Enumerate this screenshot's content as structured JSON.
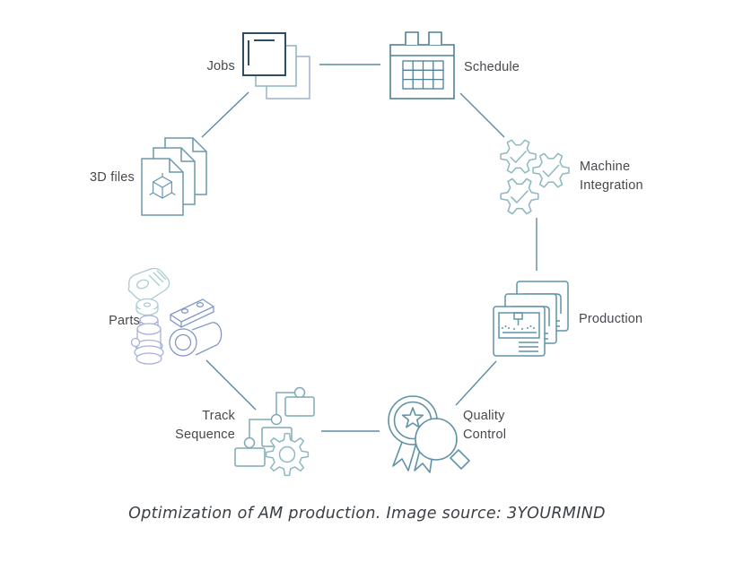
{
  "diagram": {
    "nodes": [
      {
        "id": "jobs",
        "label": "Jobs",
        "icon": "jobs-stack-icon"
      },
      {
        "id": "schedule",
        "label": "Schedule",
        "icon": "calendar-icon"
      },
      {
        "id": "machine-integration",
        "label": "Machine Integration",
        "icon": "gears-checkmark-icon"
      },
      {
        "id": "production",
        "label": "Production",
        "icon": "printer-stack-icon"
      },
      {
        "id": "quality-control",
        "label": "Quality Control",
        "icon": "award-magnifier-icon"
      },
      {
        "id": "track-sequence",
        "label": "Track Sequence",
        "icon": "flowchart-gear-icon"
      },
      {
        "id": "parts",
        "label": "Parts",
        "icon": "mechanical-parts-icon"
      },
      {
        "id": "3d-files",
        "label": "3D files",
        "icon": "3d-document-stack-icon"
      }
    ],
    "connections": [
      [
        "Jobs",
        "Schedule"
      ],
      [
        "Schedule",
        "Machine Integration"
      ],
      [
        "Machine Integration",
        "Production"
      ],
      [
        "Production",
        "Quality Control"
      ],
      [
        "Quality Control",
        "Track Sequence"
      ],
      [
        "Track Sequence",
        "Parts"
      ],
      [
        "3D files",
        "Jobs"
      ]
    ],
    "colors": {
      "connector_line": "#5d8aa3",
      "dark_icon_outline": "#2e4d60",
      "teal_icon_outline": "#5f93a5",
      "light_teal_icon_outline": "#8fb9c1",
      "light_blue_outline": "#9db1d4",
      "label_text": "#45494d"
    }
  },
  "caption": {
    "text": "Optimization of AM production. Image source: 3YOURMIND"
  }
}
